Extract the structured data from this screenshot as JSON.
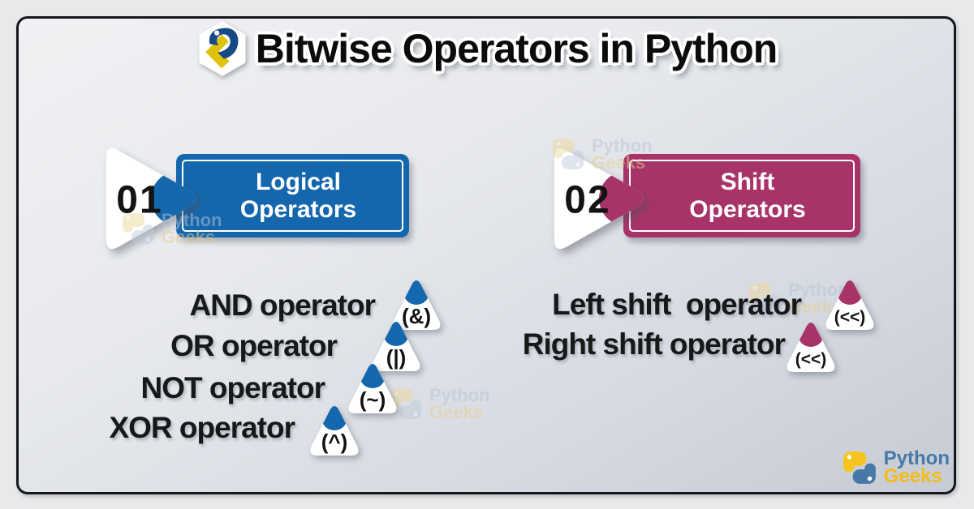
{
  "title": {
    "text": "Bitwise Operators in Python"
  },
  "sections": [
    {
      "number": "01",
      "label_line1": "Logical",
      "label_line2": "Operators",
      "color": "#1467ac",
      "items": [
        {
          "name": "AND operator",
          "symbol": "(&)"
        },
        {
          "name": "OR operator",
          "symbol": "(|)"
        },
        {
          "name": "NOT operator",
          "symbol": "(~)"
        },
        {
          "name": "XOR operator",
          "symbol": "(^)"
        }
      ]
    },
    {
      "number": "02",
      "label_line1": "Shift",
      "label_line2": "Operators",
      "color": "#a73369",
      "items": [
        {
          "name": "Left shift  operator",
          "symbol": "(<<)"
        },
        {
          "name": "Right shift operator",
          "symbol": "(<<)"
        }
      ]
    }
  ],
  "watermark": {
    "line1": "Python",
    "line2": "Geeks",
    "text1_color": "#b7c4d6",
    "text2_color": "#e4cf90",
    "icon_yellow": "#ecd89c",
    "icon_blue": "#c0ccdb"
  },
  "logo": {
    "line1": "Python",
    "line2": "Geeks",
    "text1_color": "#4878a6",
    "text2_color": "#f5bb17",
    "icon_yellow": "#f5c51d",
    "icon_blue": "#4878a6"
  },
  "colors": {
    "background": "#e8e9eb",
    "card_border": "#15171c",
    "logical_blue": "#1467ac",
    "shift_magenta": "#a73369",
    "title_text": "#0b0b0c",
    "list_text": "#17181a",
    "title_icon_navy": "#164a85",
    "title_icon_yellow": "#dfc20c"
  }
}
